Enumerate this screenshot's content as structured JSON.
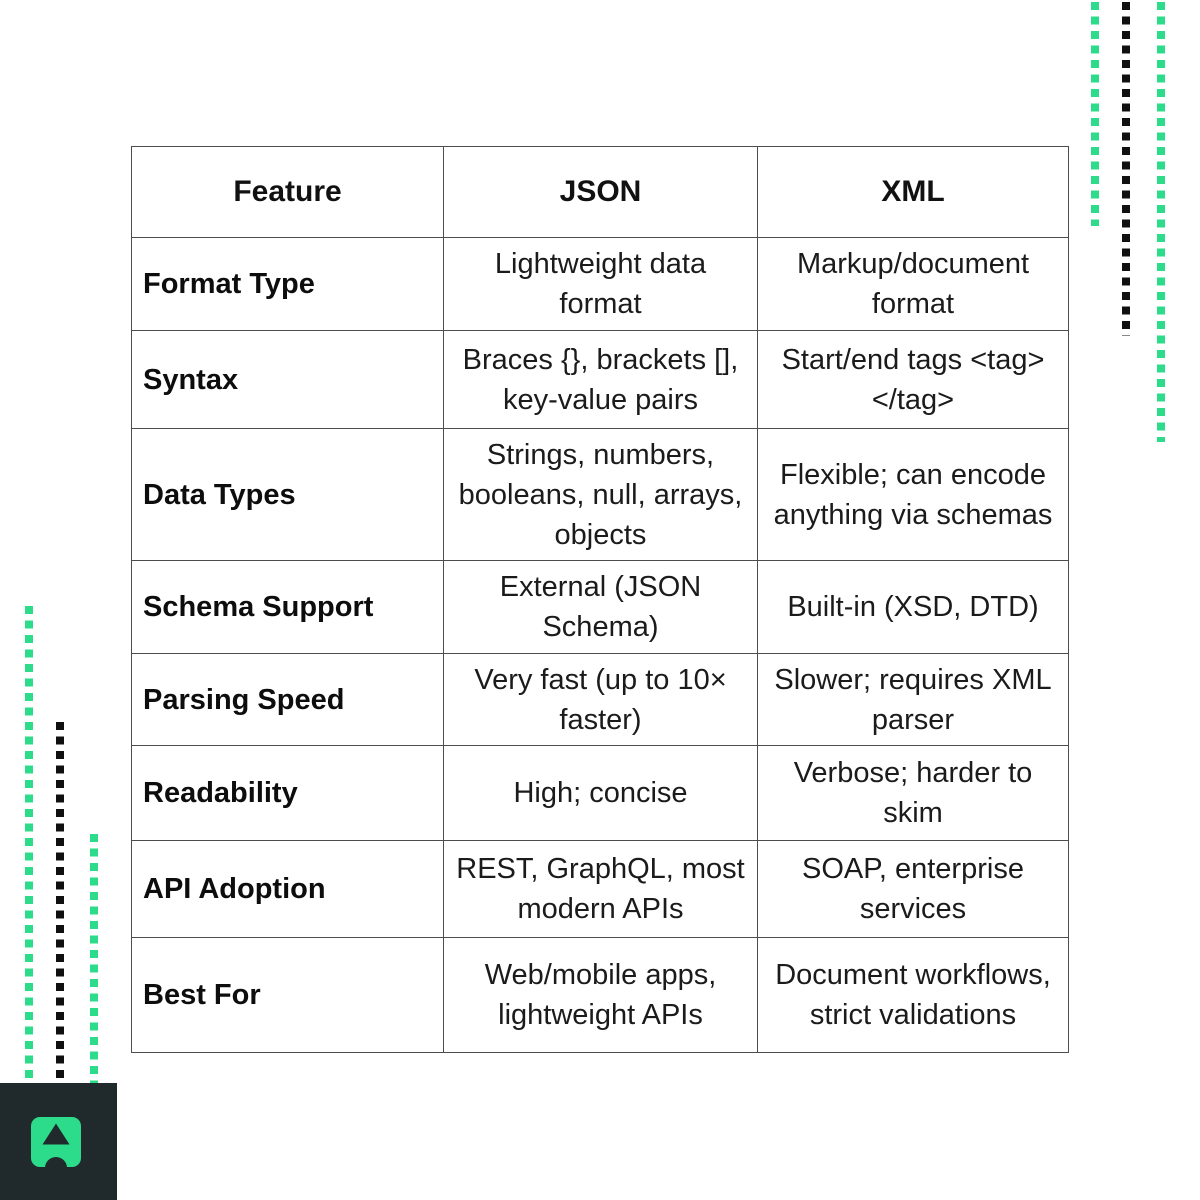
{
  "table": {
    "headers": {
      "feature": "Feature",
      "json": "JSON",
      "xml": "XML"
    },
    "rows": [
      {
        "feature": "Format Type",
        "json": "Lightweight data\nformat",
        "xml": "Markup/document\nformat"
      },
      {
        "feature": "Syntax",
        "json": "Braces {}, brackets [],\nkey-value pairs",
        "xml": "Start/end tags <tag>\n</tag>"
      },
      {
        "feature": "Data Types",
        "json": "Strings, numbers,\nbooleans, null, arrays,\nobjects",
        "xml": "Flexible; can encode\nanything via schemas"
      },
      {
        "feature": "Schema Support",
        "json": "External (JSON\nSchema)",
        "xml": "Built-in (XSD, DTD)"
      },
      {
        "feature": "Parsing Speed",
        "json": "Very fast (up to 10×\nfaster)",
        "xml": "Slower; requires XML\nparser"
      },
      {
        "feature": "Readability",
        "json": "High; concise",
        "xml": "Verbose; harder to\nskim"
      },
      {
        "feature": "API Adoption",
        "json": "REST, GraphQL, most\nmodern APIs",
        "xml": "SOAP, enterprise\nservices"
      },
      {
        "feature": "Best For",
        "json": "Web/mobile apps,\nlightweight APIs",
        "xml": "Document workflows,\nstrict validations"
      }
    ]
  },
  "icons": {
    "logo": "triangle-arch-logo-icon",
    "decorations": [
      "dotted-line-green",
      "dotted-line-black"
    ]
  },
  "colors": {
    "accent_green": "#2CDC8A",
    "dot_black": "#101010",
    "logo_background": "#202A2D",
    "table_border": "#4D4D4D",
    "text": "#1B1B1B"
  }
}
